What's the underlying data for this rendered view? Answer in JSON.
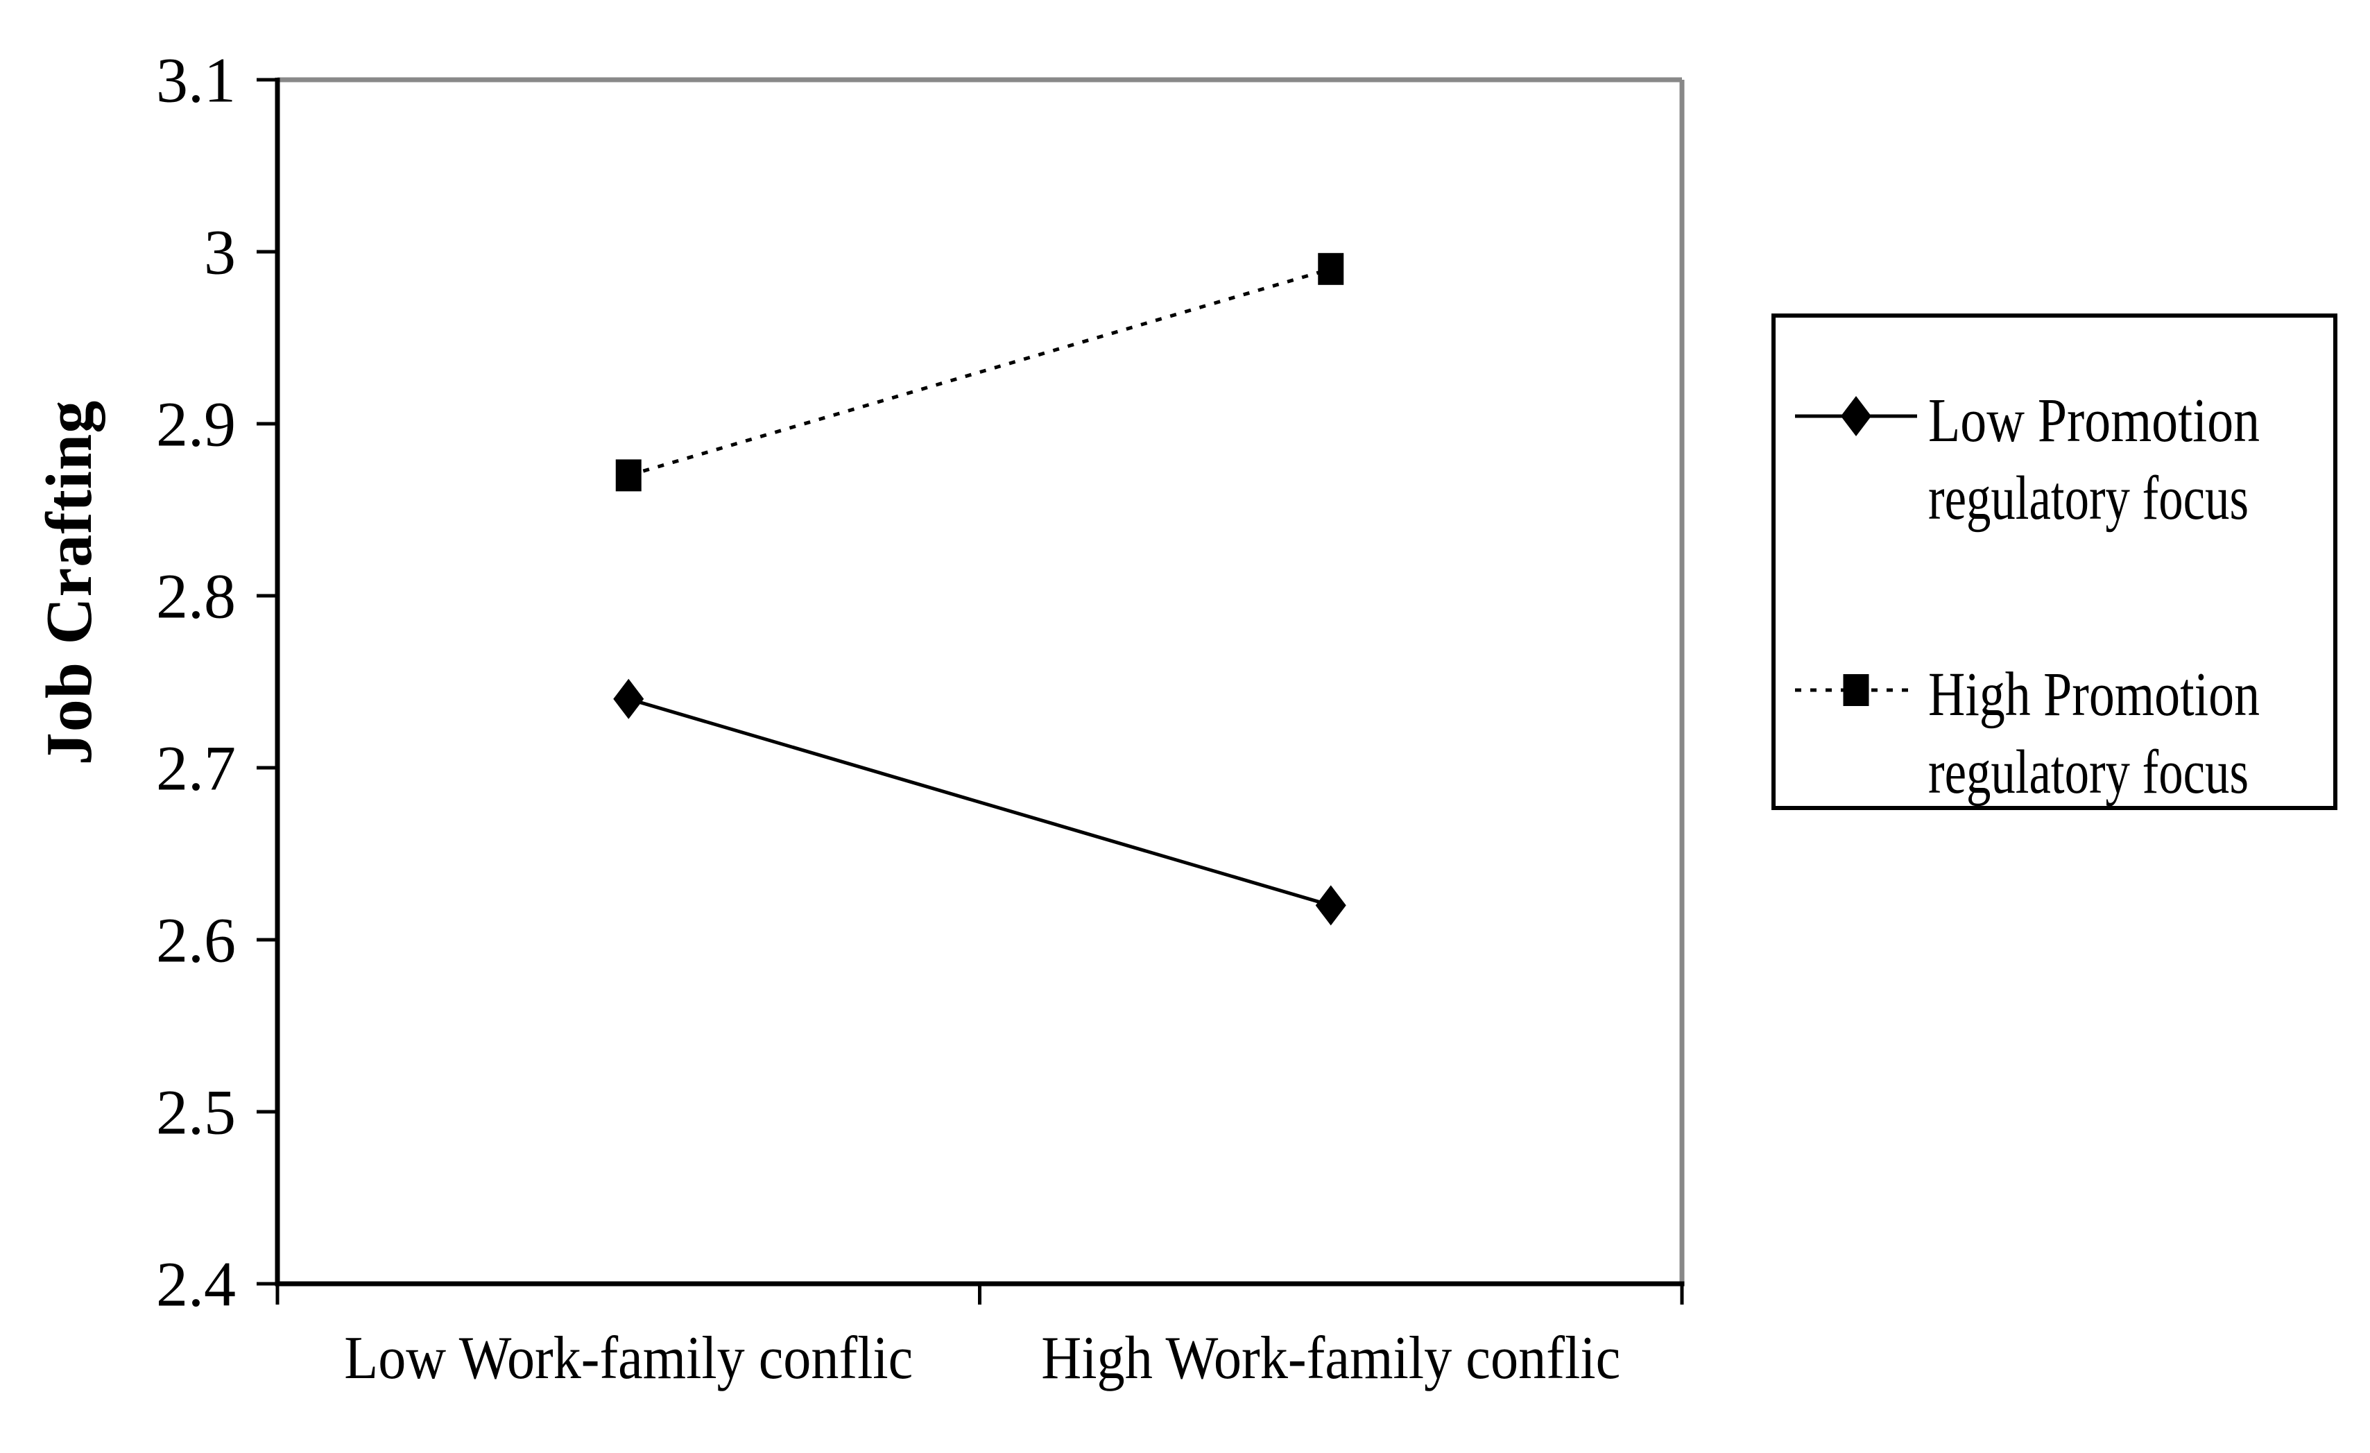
{
  "figure": {
    "background_color": "#ffffff"
  },
  "chart_data": {
    "type": "line",
    "title": "",
    "xlabel": "",
    "ylabel": "Job Crafting",
    "categories": [
      "Low Work-family conflic",
      "High Work-family conflic"
    ],
    "series": [
      {
        "name": "Low Promotion regulatory focus",
        "label_lines": [
          "Low Promotion",
          "regulatory focus"
        ],
        "values": [
          2.74,
          2.62
        ],
        "line_style": "solid",
        "marker": "diamond",
        "color": "#000000"
      },
      {
        "name": "High Promotion regulatory focus",
        "label_lines": [
          "High Promotion",
          "regulatory focus"
        ],
        "values": [
          2.87,
          2.99
        ],
        "line_style": "dotted",
        "marker": "square",
        "color": "#000000"
      }
    ],
    "yAxis": {
      "min": 2.4,
      "max": 3.1,
      "tick_step": 0.1,
      "tick_labels": [
        "3.1",
        "3",
        "2.9",
        "2.8",
        "2.7",
        "2.6",
        "2.5",
        "2.4"
      ]
    },
    "xAxis": {
      "boundary_ticks": true
    },
    "legend": {
      "position": "right",
      "border_color": "#000000",
      "background_color": "#ffffff"
    },
    "grid": false,
    "axis_color": "#000000",
    "plot_border_color": "#888888",
    "ylim": [
      2.4,
      3.1
    ]
  }
}
